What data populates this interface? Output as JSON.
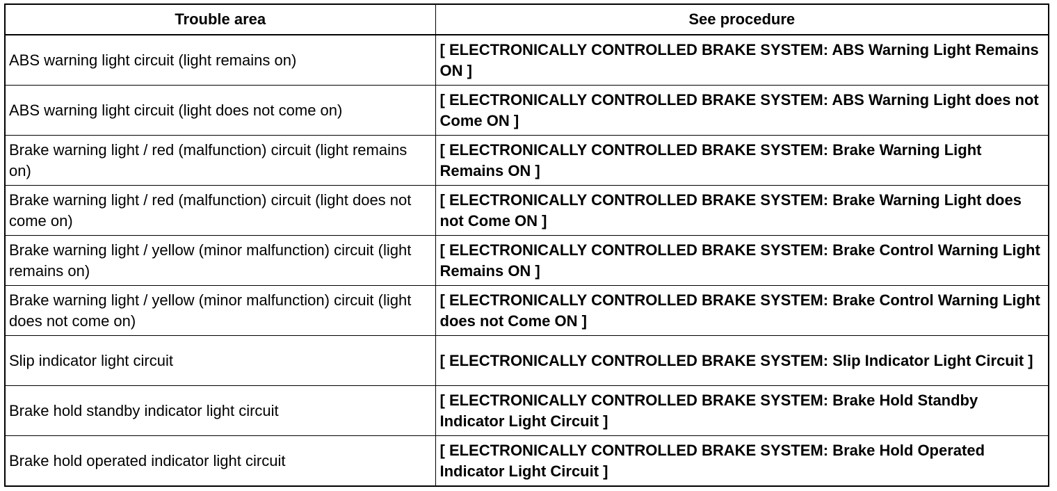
{
  "table": {
    "headers": {
      "trouble_area": "Trouble area",
      "see_procedure": "See procedure"
    },
    "rows": [
      {
        "trouble_area": "ABS warning light circuit (light remains on)",
        "procedure": "[ ELECTRONICALLY CONTROLLED BRAKE SYSTEM: ABS Warning Light Remains ON ]"
      },
      {
        "trouble_area": "ABS warning light circuit (light does not come on)",
        "procedure": "[ ELECTRONICALLY CONTROLLED BRAKE SYSTEM: ABS Warning Light does not Come ON ]"
      },
      {
        "trouble_area": "Brake warning light / red (malfunction) circuit (light remains on)",
        "procedure": "[ ELECTRONICALLY CONTROLLED BRAKE SYSTEM: Brake Warning Light Remains ON ]"
      },
      {
        "trouble_area": "Brake warning light / red (malfunction) circuit (light does not come on)",
        "procedure": "[ ELECTRONICALLY CONTROLLED BRAKE SYSTEM: Brake Warning Light does not Come ON ]"
      },
      {
        "trouble_area": "Brake warning light / yellow (minor malfunction) circuit (light remains on)",
        "procedure": "[ ELECTRONICALLY CONTROLLED BRAKE SYSTEM: Brake Control Warning Light Remains ON ]"
      },
      {
        "trouble_area": "Brake warning light / yellow (minor malfunction) circuit (light does not come on)",
        "procedure": "[ ELECTRONICALLY CONTROLLED BRAKE SYSTEM: Brake Control Warning Light does not Come ON ]"
      },
      {
        "trouble_area": "Slip indicator light circuit",
        "procedure": "[ ELECTRONICALLY CONTROLLED BRAKE SYSTEM: Slip Indicator Light Circuit ]"
      },
      {
        "trouble_area": "Brake hold standby indicator light circuit",
        "procedure": "[ ELECTRONICALLY CONTROLLED BRAKE SYSTEM: Brake Hold Standby Indicator Light Circuit ]"
      },
      {
        "trouble_area": "Brake hold operated indicator light circuit",
        "procedure": "[ ELECTRONICALLY CONTROLLED BRAKE SYSTEM: Brake Hold Operated Indicator Light Circuit ]"
      }
    ]
  }
}
